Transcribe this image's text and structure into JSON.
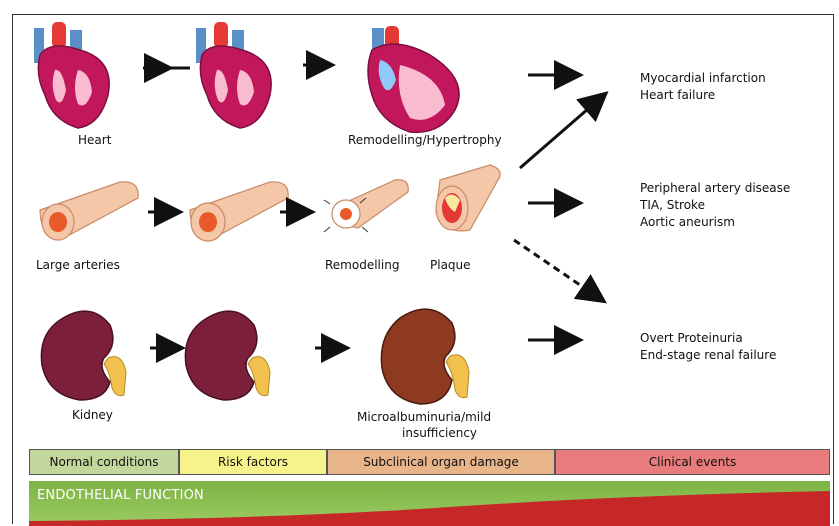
{
  "rows": {
    "heart": {
      "label": "Heart",
      "stage_label": "Remodelling/Hypertrophy",
      "outcomes": [
        "Myocardial infarction",
        "Heart failure"
      ]
    },
    "arteries": {
      "label": "Large arteries",
      "stage_label": "Remodelling",
      "plaque_label": "Plaque",
      "outcomes": [
        "Peripheral artery disease",
        "TIA, Stroke",
        "Aortic aneurism"
      ]
    },
    "kidney": {
      "label": "Kidney",
      "stage_label_line1": "Microalbuminuria/mild",
      "stage_label_line2": "insufficiency",
      "outcomes": [
        "Overt Proteinuria",
        "End-stage renal failure"
      ]
    }
  },
  "stages": [
    {
      "label": "Normal conditions",
      "color": "#c3d69b"
    },
    {
      "label": "Risk factors",
      "color": "#f6f38a"
    },
    {
      "label": "Subclinical  organ damage",
      "color": "#e8b48a"
    },
    {
      "label": "Clinical events",
      "color": "#e87b7b"
    }
  ],
  "endothelial": {
    "title": "ENDOTHELIAL FUNCTION",
    "colors": {
      "top": "#7cb342",
      "bottom": "#c62828"
    }
  }
}
